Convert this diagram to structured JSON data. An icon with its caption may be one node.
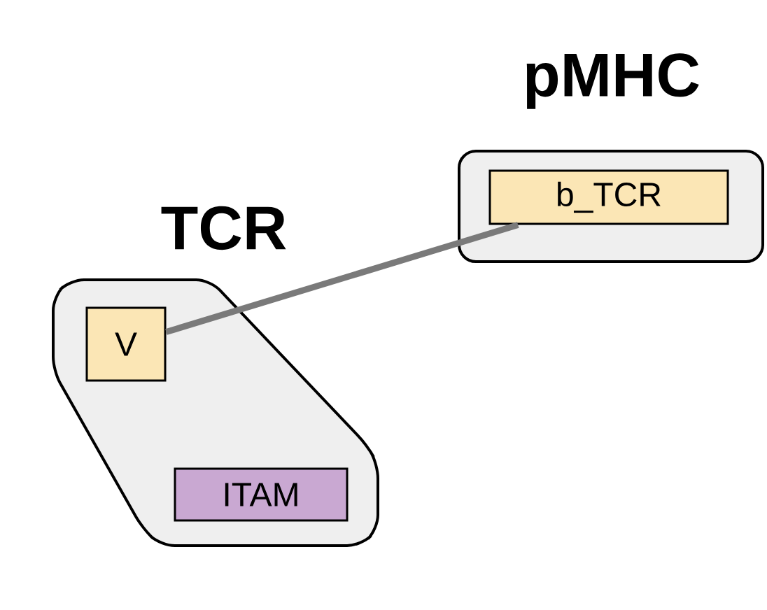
{
  "diagram": {
    "nodes": [
      {
        "text": [
          "TCR"
        ]
      },
      {
        "text": [
          "V"
        ],
        "in": 0
      },
      {
        "text": [
          "ITAM"
        ],
        "in": 0
      },
      {
        "text": [
          "pMHC"
        ]
      },
      {
        "text": [
          "b_TCR"
        ],
        "in": 3
      }
    ],
    "edges": [
      {
        "from": 1,
        "to": 4,
        "arrow": "none",
        "color": "#7a7a7a"
      }
    ]
  }
}
